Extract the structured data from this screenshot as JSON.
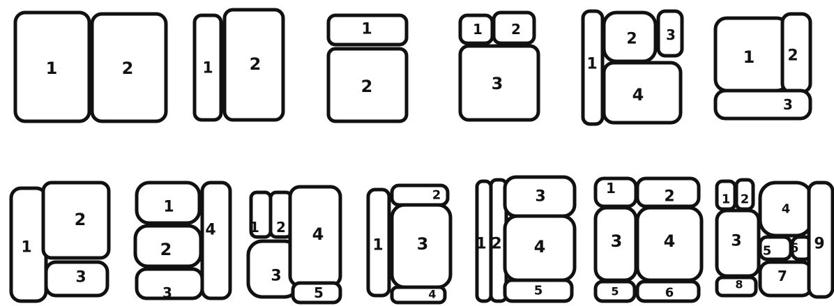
{
  "diagrams": [
    {
      "labels": [
        "1",
        "2"
      ]
    },
    {
      "labels": [
        "1",
        "2"
      ]
    },
    {
      "labels": [
        "1",
        "2"
      ]
    },
    {
      "labels": [
        "1",
        "2",
        "3"
      ]
    },
    {
      "labels": [
        "1",
        "2",
        "3",
        "4"
      ]
    },
    {
      "labels": [
        "1",
        "2",
        "3"
      ]
    },
    {
      "labels": [
        "1",
        "2",
        "3"
      ]
    },
    {
      "labels": [
        "1",
        "2",
        "3",
        "4"
      ]
    },
    {
      "labels": [
        "1",
        "2",
        "3",
        "4",
        "5"
      ]
    },
    {
      "labels": [
        "1",
        "2",
        "3",
        "4"
      ]
    },
    {
      "labels": [
        "1",
        "2",
        "3",
        "4",
        "5"
      ]
    },
    {
      "labels": [
        "1",
        "2",
        "3",
        "4",
        "5",
        "6"
      ]
    },
    {
      "labels": [
        "1",
        "2",
        "3",
        "4",
        "5",
        "6",
        "7",
        "8",
        "9"
      ]
    }
  ]
}
